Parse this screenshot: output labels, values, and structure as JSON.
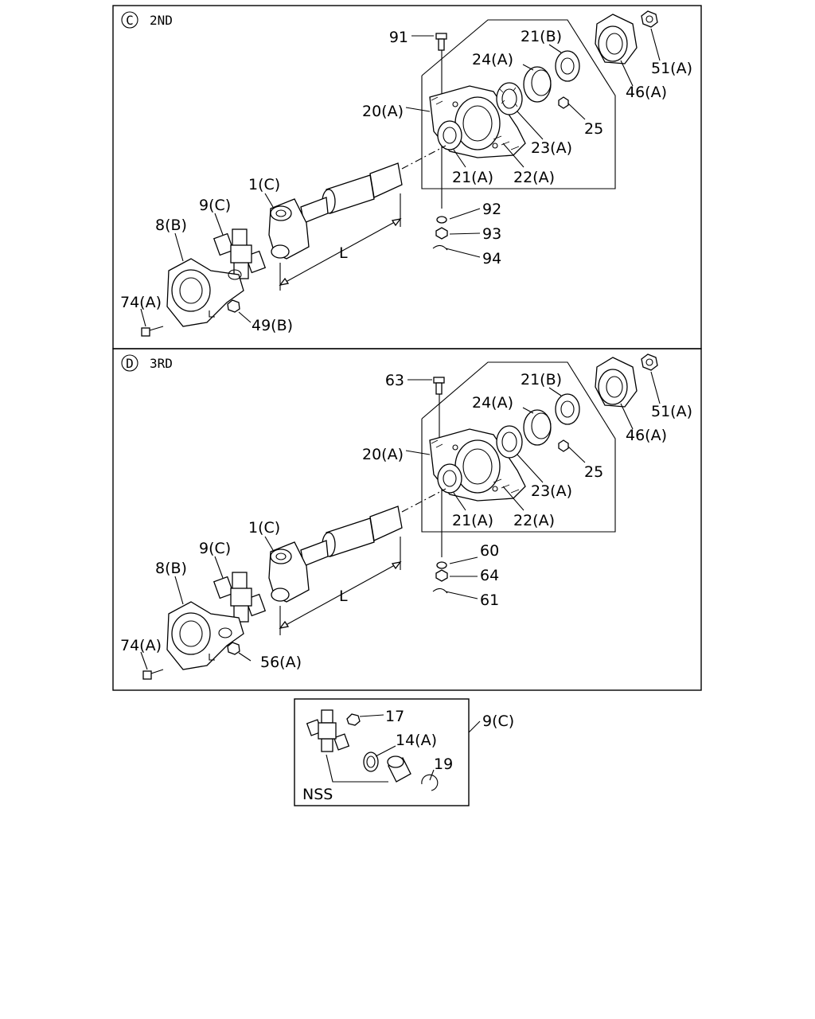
{
  "panel_2nd": {
    "badge": "C",
    "title": "2ND",
    "callouts": {
      "p91": "91",
      "p21b": "21(B)",
      "p24a": "24(A)",
      "p51a": "51(A)",
      "p46a": "46(A)",
      "p20a": "20(A)",
      "p25": "25",
      "p23a": "23(A)",
      "p21a": "21(A)",
      "p22a": "22(A)",
      "p1c": "1(C)",
      "p9c": "9(C)",
      "p8b": "8(B)",
      "p92": "92",
      "p93": "93",
      "p94": "94",
      "len": "L",
      "p74a": "74(A)",
      "p49b": "49(B)"
    }
  },
  "panel_3rd": {
    "badge": "D",
    "title": "3RD",
    "callouts": {
      "p63": "63",
      "p21b": "21(B)",
      "p24a": "24(A)",
      "p51a": "51(A)",
      "p46a": "46(A)",
      "p20a": "20(A)",
      "p25": "25",
      "p23a": "23(A)",
      "p21a": "21(A)",
      "p22a": "22(A)",
      "p1c": "1(C)",
      "p9c": "9(C)",
      "p8b": "8(B)",
      "p60": "60",
      "p64": "64",
      "p61": "61",
      "len": "L",
      "p74a": "74(A)",
      "p56a": "56(A)"
    }
  },
  "inset": {
    "title": "9(C)",
    "callouts": {
      "p17": "17",
      "p14a": "14(A)",
      "p19": "19",
      "nss": "NSS"
    }
  }
}
